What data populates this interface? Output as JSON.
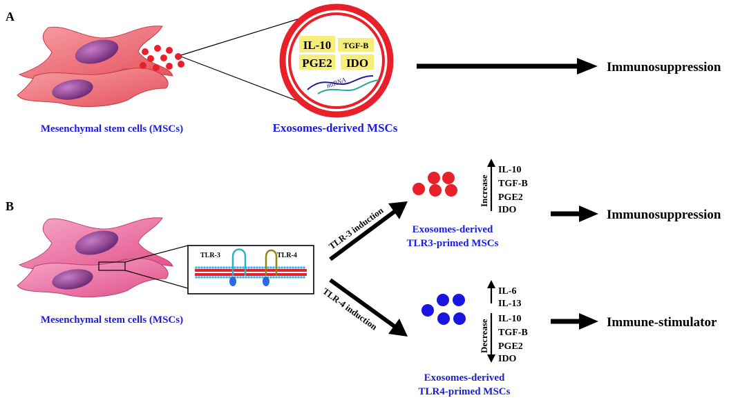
{
  "colors": {
    "label_blue": "#1a1ae6",
    "exosome_red": "#e8202a",
    "exosome_blue": "#1a14e0",
    "cargo_yellow": "#f6ee7a",
    "cell_pink": "#f07a80",
    "nucleus": "#8a3a8a"
  },
  "panel_a": {
    "letter": "A",
    "msc_label": "Mesenchymal stem cells (MSCs)",
    "exosome_label": "Exosomes-derived MSCs",
    "cargo": {
      "il10": "IL-10",
      "tgfb": "TGF-B",
      "pge2": "PGE2",
      "ido": "IDO",
      "mirna": "miRNA"
    },
    "outcome": "Immunosuppression"
  },
  "panel_b": {
    "letter": "B",
    "msc_label": "Mesenchymal stem cells (MSCs)",
    "membrane": {
      "tlr3": "TLR-3",
      "tlr4": "TLR-4"
    },
    "tlr3_branch": {
      "induction": "TLR-3 induction",
      "exosome_label_1": "Exosomes-derived",
      "exosome_label_2": "TLR3-primed MSCs",
      "direction": "Increase",
      "factors": [
        "IL-10",
        "TGF-B",
        "PGE2",
        "IDO"
      ],
      "outcome": "Immunosuppression"
    },
    "tlr4_branch": {
      "induction": "TLR-4 induction",
      "exosome_label_1": "Exosomes-derived",
      "exosome_label_2": "TLR4-primed MSCs",
      "increase_factors": [
        "IL-6",
        "IL-13"
      ],
      "direction": "Decrease",
      "decrease_factors": [
        "IL-10",
        "TGF-B",
        "PGE2",
        "IDO"
      ],
      "outcome": "Immune-stimulator"
    }
  }
}
